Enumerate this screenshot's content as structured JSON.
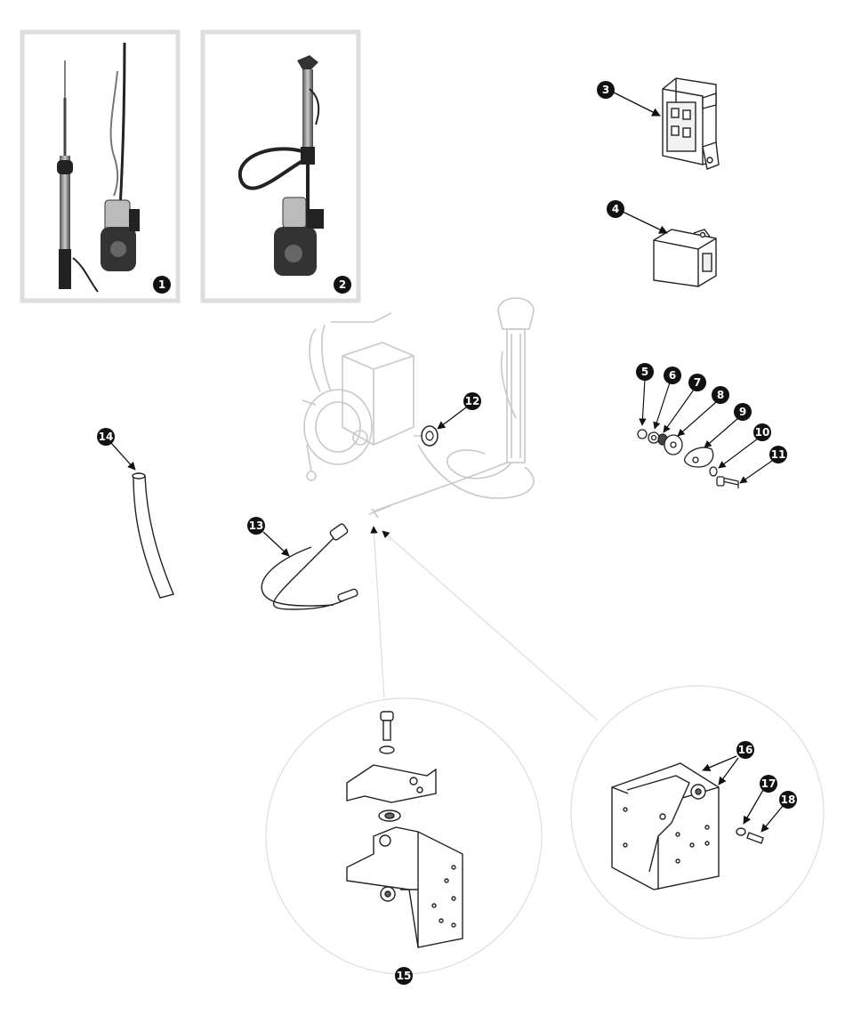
{
  "callouts": {
    "c1": "1",
    "c2": "2",
    "c3": "3",
    "c4": "4",
    "c5": "5",
    "c6": "6",
    "c7": "7",
    "c8": "8",
    "c9": "9",
    "c10": "10",
    "c11": "11",
    "c12": "12",
    "c13": "13",
    "c14": "14",
    "c15": "15",
    "c16": "16",
    "c17": "17",
    "c18": "18"
  },
  "parts": {
    "photo_1": "antenna-kit-photo-1",
    "photo_2": "antenna-kit-photo-2",
    "relay": "relay-housing",
    "relay_cover": "relay-cover",
    "washers": "mounting-hardware-set",
    "motor": "antenna-motor-assembly",
    "cable": "extension-cable",
    "tube": "drain-tube",
    "bracket_a": "bracket-assembly-a",
    "bracket_b": "bracket-assembly-b"
  },
  "colors": {
    "callout_fill": "#111111",
    "line": "#222222",
    "ghost_line": "#c8c8c8",
    "frame": "#dddddd"
  }
}
